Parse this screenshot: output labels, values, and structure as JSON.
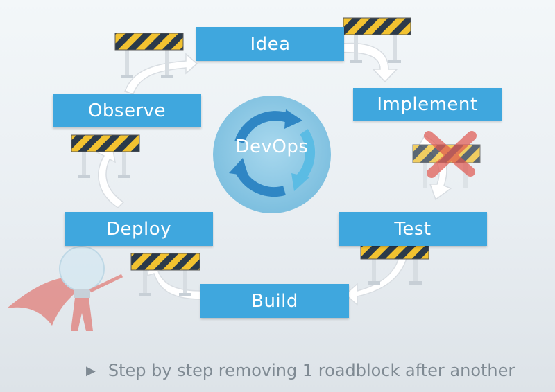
{
  "diagram": {
    "center": "DevOps",
    "steps": [
      "Idea",
      "Implement",
      "Test",
      "Build",
      "Deploy",
      "Observe"
    ]
  },
  "footer": {
    "bullet": "Step by step removing 1 roadblock after another"
  },
  "colors": {
    "box": "#3fa7de",
    "circle": "#8ecae6",
    "stripe_yellow": "#f2c230",
    "stripe_dark": "#2b3a4a",
    "removed_x": "#e0574f"
  },
  "icons": [
    "roadblock-barrier",
    "curved-arrow",
    "remove-x",
    "cycle-arrows",
    "superhero-lightbulb",
    "play-triangle"
  ]
}
